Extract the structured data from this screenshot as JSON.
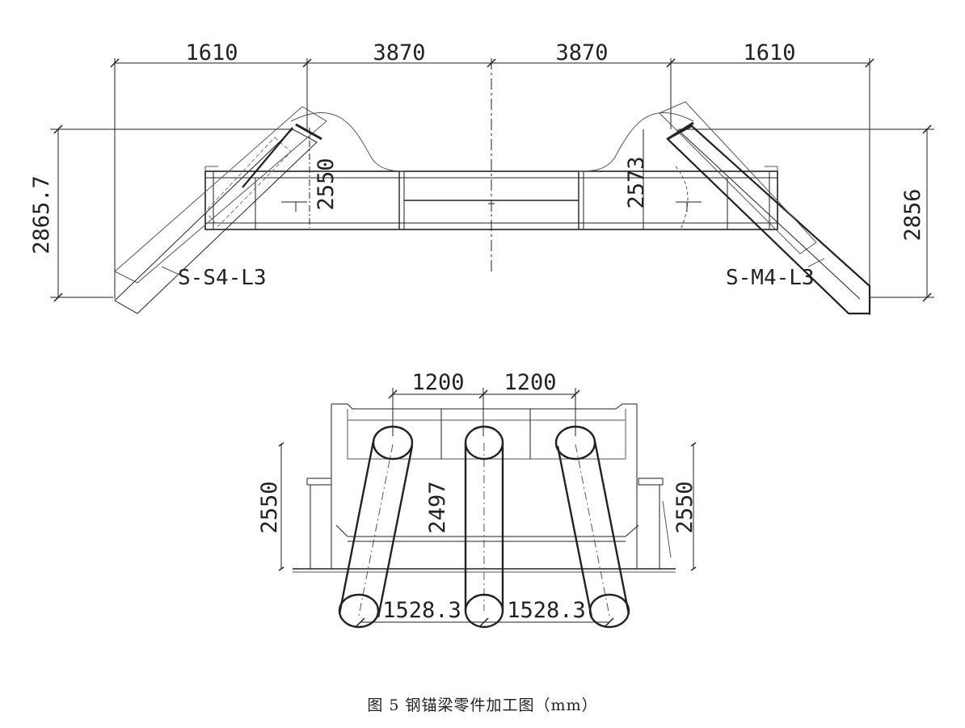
{
  "top_view": {
    "dims_top": [
      "1610",
      "3870",
      "3870",
      "1610"
    ],
    "height_left": "2865.7",
    "height_right": "2856",
    "inner_left": "2550",
    "inner_right": "2573",
    "tag_left": "S-S4-L3",
    "tag_right": "S-M4-L3"
  },
  "bottom_view": {
    "dims_top": [
      "1200",
      "1200"
    ],
    "dims_bottom": [
      "1528.3",
      "1528.3"
    ],
    "height_left": "2550",
    "height_center": "2497",
    "height_right": "2550"
  },
  "caption": "图 5 钢锚梁零件加工图（mm）",
  "colors": {
    "line": "#222222",
    "thin": "#555555"
  }
}
